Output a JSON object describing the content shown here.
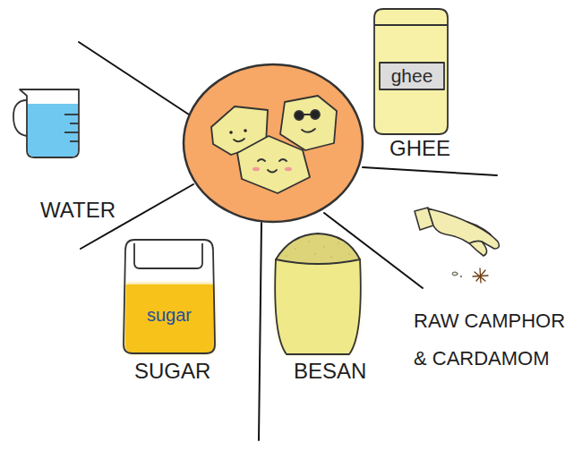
{
  "diagram": {
    "labels": [
      "ghee",
      "GHEE",
      "WATER",
      "sugar",
      "SUGAR",
      "BESAN",
      "RAW CAMPHOR & CARDAMOM"
    ]
  }
}
